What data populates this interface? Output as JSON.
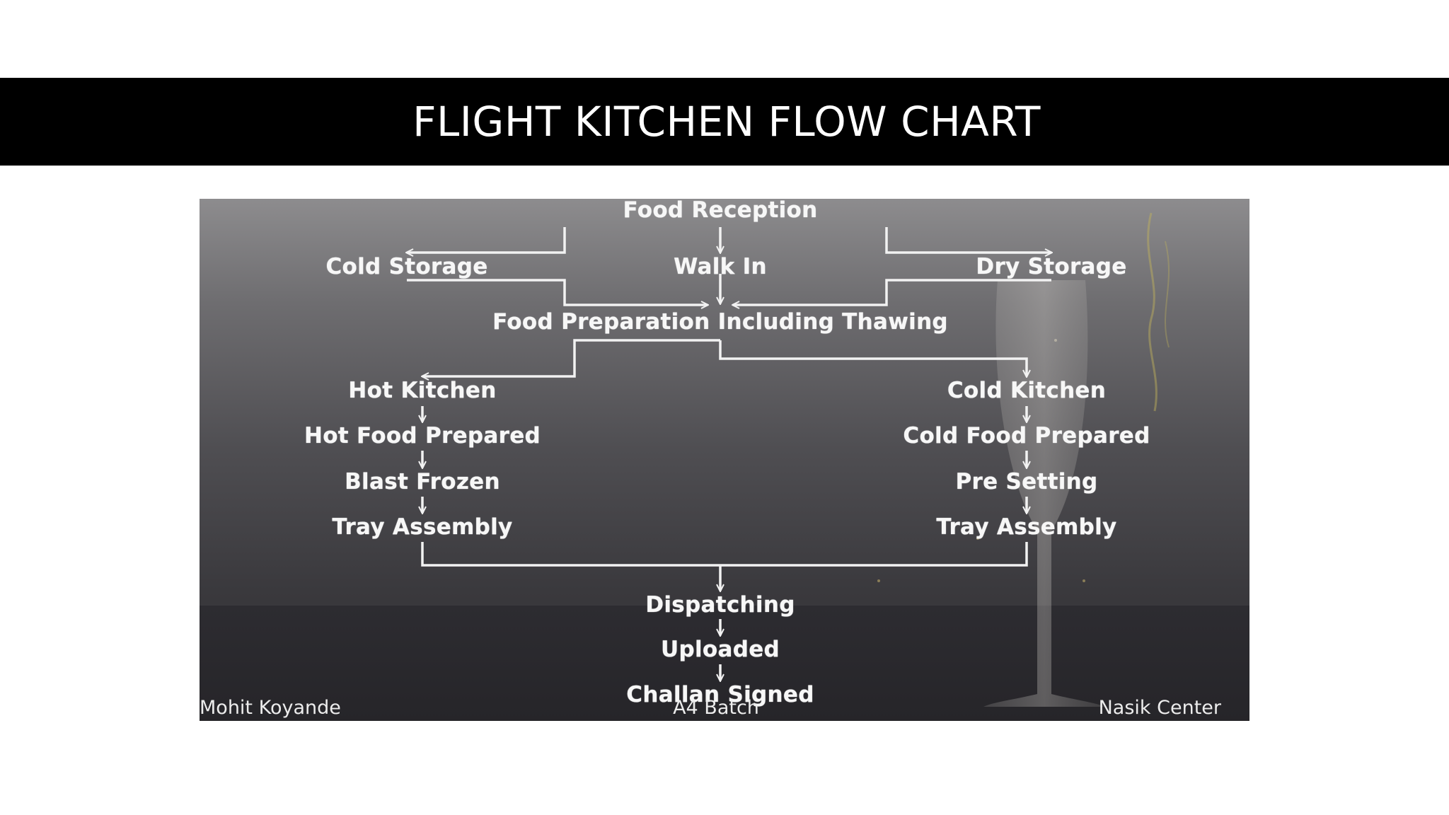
{
  "slide": {
    "title": "FLIGHT KITCHEN FLOW CHART"
  },
  "diagram": {
    "nodes": {
      "food_reception": "Food Reception",
      "cold_storage": "Cold Storage",
      "walk_in": "Walk In",
      "dry_storage": "Dry Storage",
      "food_preparation": "Food Preparation Including Thawing",
      "hot_kitchen": "Hot Kitchen",
      "hot_food_prepared": "Hot Food Prepared",
      "blast_frozen": "Blast Frozen",
      "tray_assembly_hot": "Tray Assembly",
      "cold_kitchen": "Cold Kitchen",
      "cold_food_prepared": "Cold Food Prepared",
      "pre_setting": "Pre Setting",
      "tray_assembly_cold": "Tray Assembly",
      "dispatching": "Dispatching",
      "uploaded": "Uploaded",
      "challan_signed": "Challan Signed"
    },
    "credits": {
      "left": "Mohit Koyande",
      "center": "A4 Batch",
      "right": "Nasik Center"
    },
    "colors": {
      "title_bar": "#000000",
      "title_text": "#ffffff",
      "connector": "#f2f2f2",
      "node_text": "#f7f7f7"
    }
  }
}
